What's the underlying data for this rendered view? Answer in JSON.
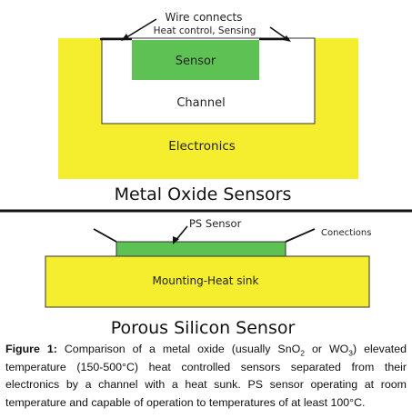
{
  "metal_oxide": {
    "wire_label_1": "Wire connects",
    "wire_label_2": "Heat control, Sensing",
    "sensor_label": "Sensor",
    "channel_label": "Channel",
    "electronics_label": "Electronics",
    "title": "Metal Oxide Sensors"
  },
  "porous_silicon": {
    "ps_sensor_label": "PS Sensor",
    "connections_label": "Conections",
    "heat_sink_label": "Mounting-Heat sink",
    "title": "Porous Silicon Sensor"
  },
  "caption": {
    "label": "Figure 1:",
    "part1": " Comparison of a metal oxide (usually SnO",
    "sub1": "2",
    "part2": " or WO",
    "sub2": "3",
    "part3": ") elevated temperature (150-500°C) heat controlled sensors separated from their electronics by a channel with a heat sunk. PS sensor operating at room temperature and capable of operation to temperatures of at least 100°C."
  },
  "colors": {
    "yellow": "#f4ee2e",
    "green": "#5dc253",
    "outline": "#222222"
  }
}
